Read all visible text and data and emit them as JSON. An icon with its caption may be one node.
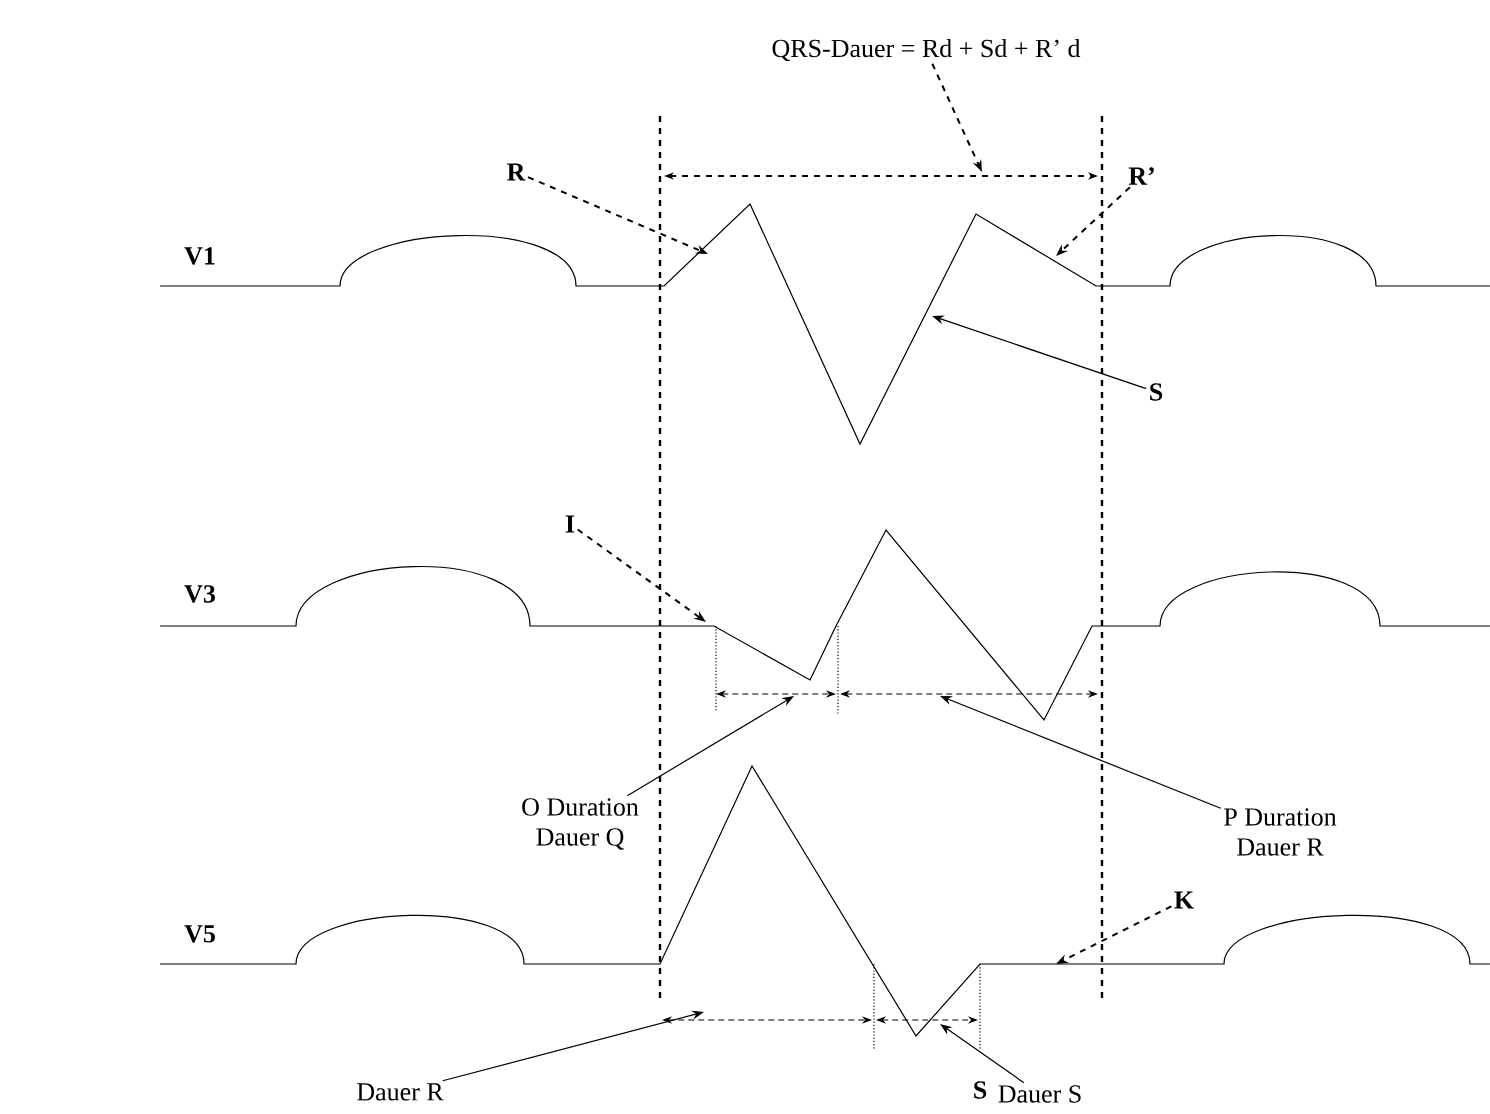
{
  "diagram": {
    "nodes": [
      {
        "text": [
          "QRS-Dauer = Rd + Sd + R’ d"
        ]
      },
      {
        "text": [
          "R"
        ]
      },
      {
        "text": [
          "R’"
        ]
      },
      {
        "text": [
          "S"
        ]
      },
      {
        "text": [
          "I"
        ]
      },
      {
        "text": [
          "O Duration",
          "Dauer Q"
        ]
      },
      {
        "text": [
          "P Duration",
          "Dauer R"
        ]
      },
      {
        "text": [
          "K"
        ]
      },
      {
        "text": [
          "Dauer R"
        ]
      },
      {
        "text": [
          "Dauer S"
        ]
      }
    ],
    "edges": [
      {
        "from": 0,
        "to": null,
        "arrow": "to",
        "style": "dashed"
      },
      {
        "from": 1,
        "to": null,
        "arrow": "to",
        "style": "dashed"
      },
      {
        "from": 2,
        "to": null,
        "arrow": "to",
        "style": "dashed"
      },
      {
        "from": 3,
        "to": null,
        "arrow": "to"
      },
      {
        "from": 4,
        "to": null,
        "arrow": "to",
        "style": "dashed"
      },
      {
        "from": 5,
        "to": null,
        "arrow": "to"
      },
      {
        "from": 6,
        "to": null,
        "arrow": "to"
      },
      {
        "from": 7,
        "to": null,
        "arrow": "to",
        "style": "dashed"
      },
      {
        "from": 8,
        "to": null,
        "arrow": "to"
      },
      {
        "from": 9,
        "to": null,
        "arrow": "to"
      }
    ],
    "labels": [
      "V1",
      "V3",
      "V5",
      "S"
    ]
  }
}
